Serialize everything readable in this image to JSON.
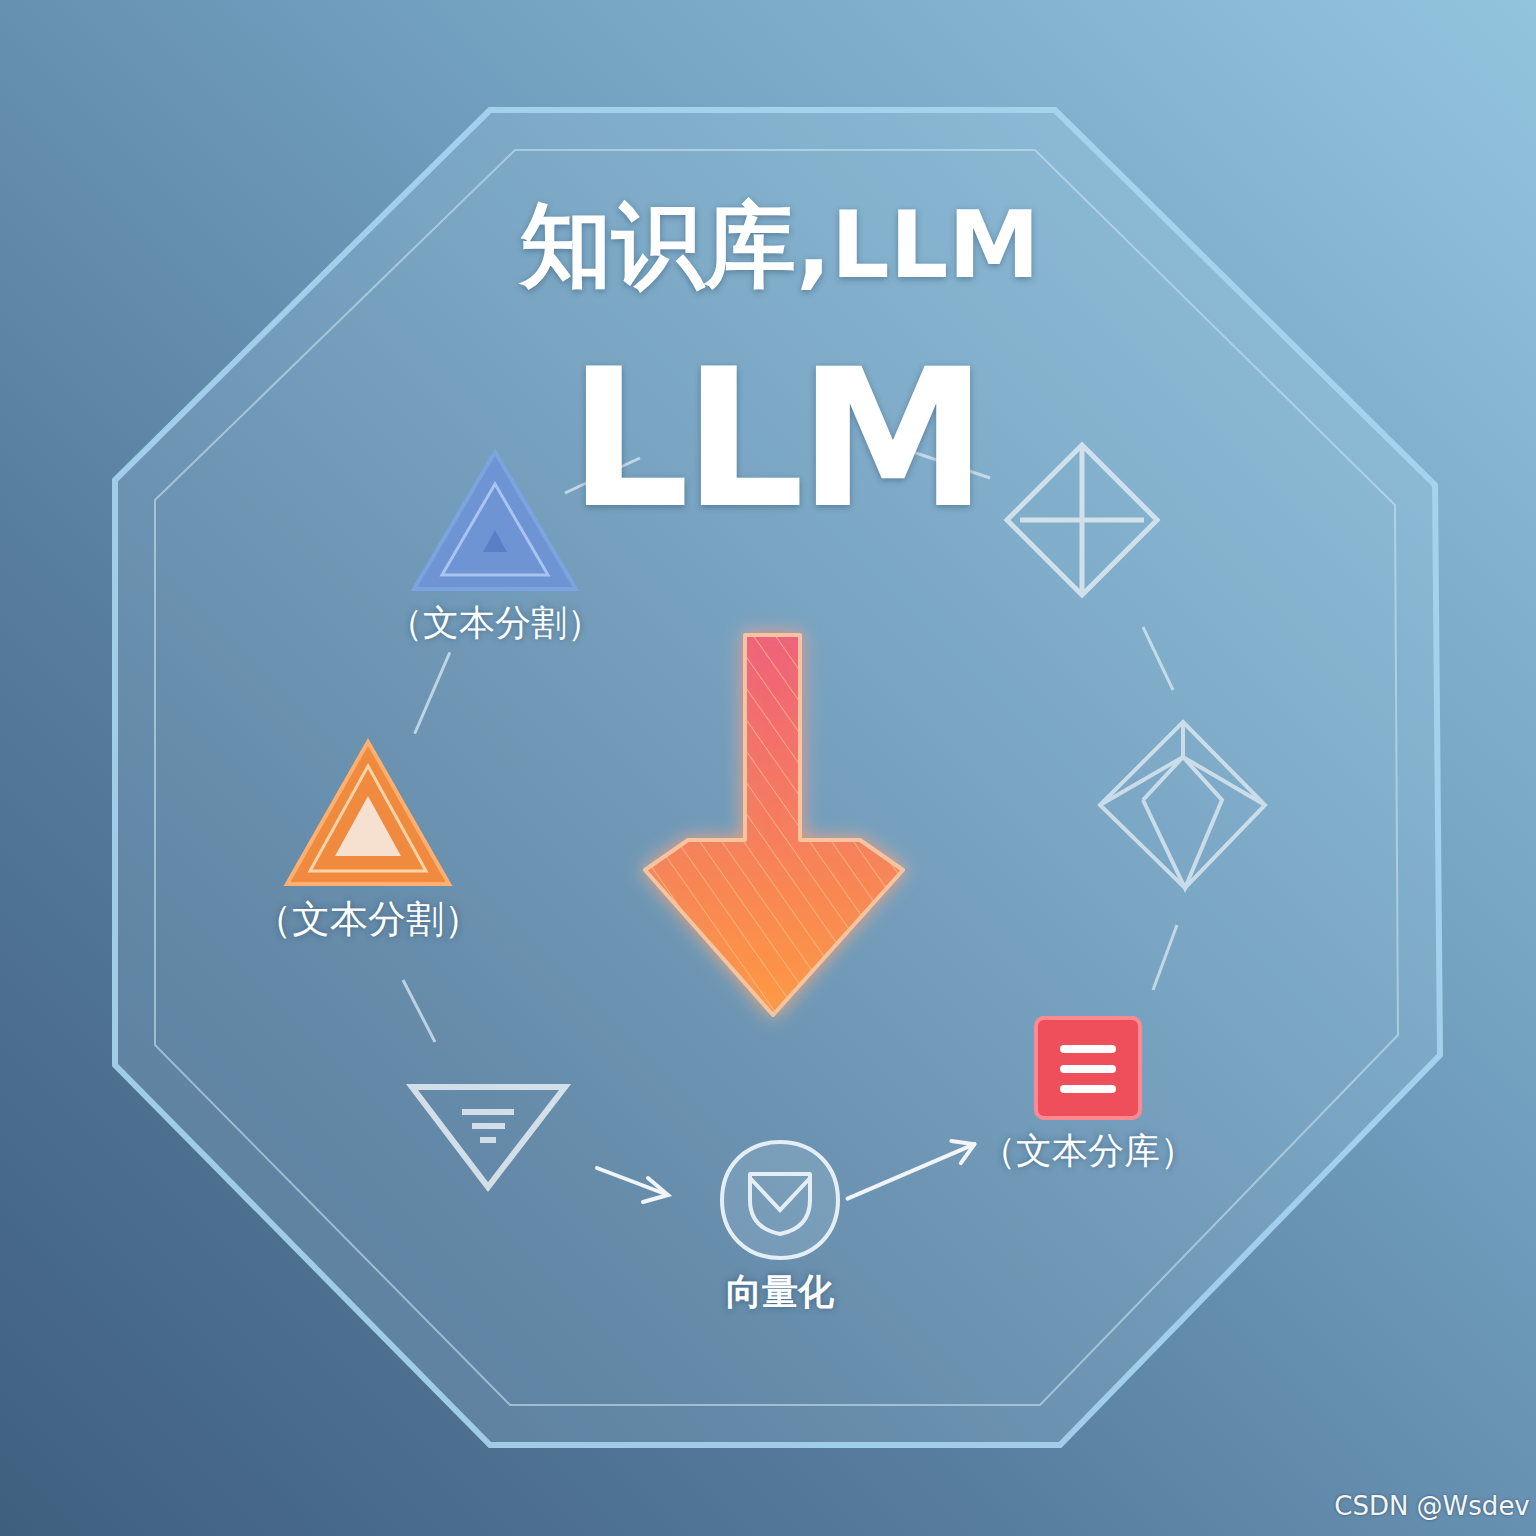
{
  "diagram": {
    "title": "知识库,LLM",
    "nodes": [
      {
        "text": [
          "（文本分割）"
        ]
      },
      {
        "text": [
          "（文本分割）"
        ]
      },
      {
        "text": [
          "向量化"
        ]
      },
      {
        "text": [
          "（文本分库）"
        ]
      }
    ],
    "edges": [
      {
        "from": 0,
        "to": 1,
        "arrow": "none"
      },
      {
        "from": 2,
        "to": 3,
        "arrow": "to"
      }
    ],
    "labels": [
      "LLM",
      "CSDN @Wsdev"
    ]
  }
}
